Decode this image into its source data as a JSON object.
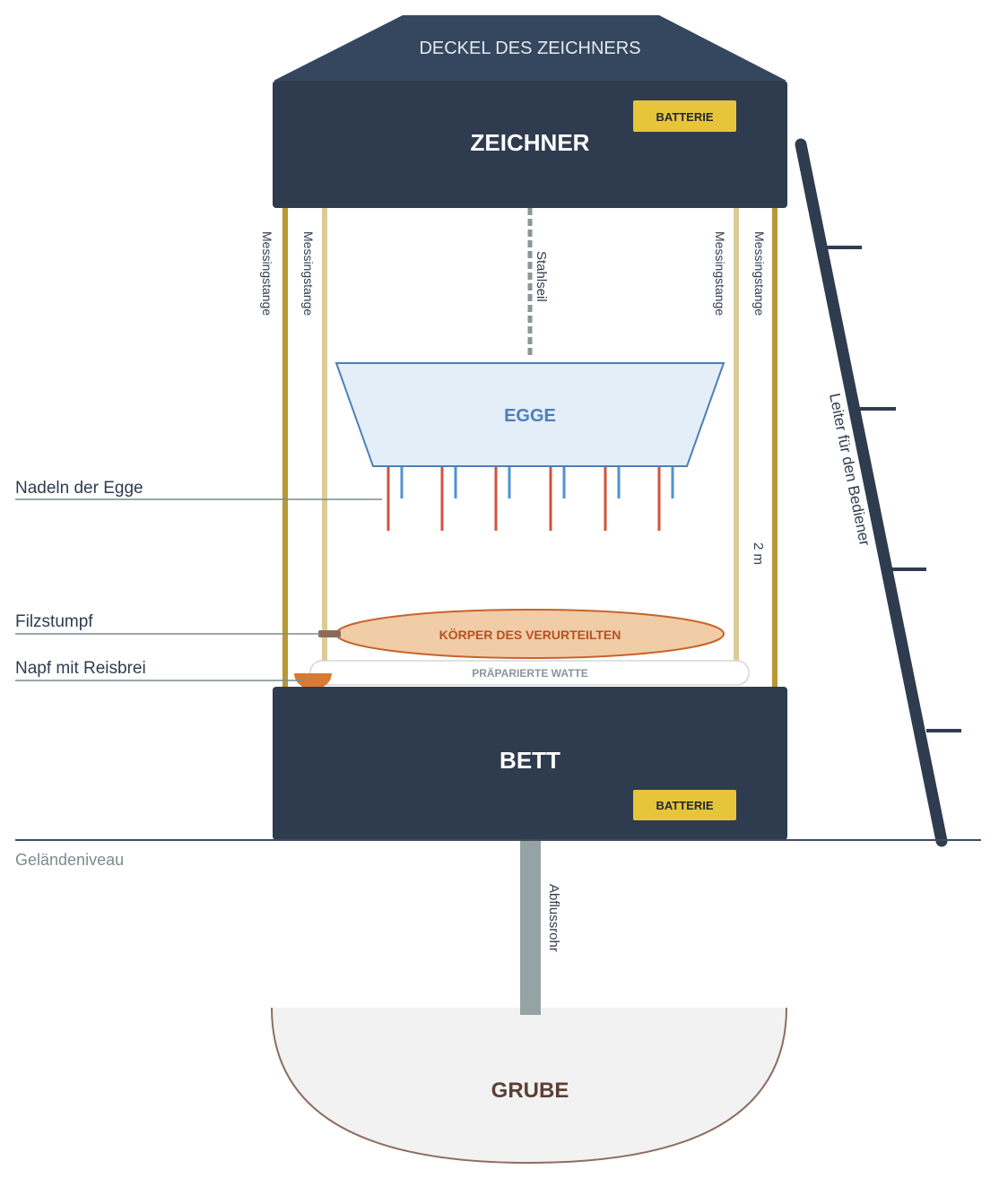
{
  "lid": {
    "label": "DECKEL DES ZEICHNERS"
  },
  "designer": {
    "label": "ZEICHNER",
    "battery_label": "BATTERIE"
  },
  "rods": {
    "outer_left": "Messingstange",
    "inner_left": "Messingstange",
    "inner_right": "Messingstange",
    "outer_right": "Messingstange"
  },
  "cable": {
    "label": "Stahlseil"
  },
  "harrow": {
    "label": "EGGE"
  },
  "height": {
    "label": "2 m"
  },
  "ladder": {
    "label": "Leiter für den Bediener"
  },
  "body": {
    "label": "KÖRPER DES VERURTEILTEN"
  },
  "cotton": {
    "label": "PRÄPARIERTE WATTE"
  },
  "bed": {
    "label": "BETT",
    "battery_label": "BATTERIE"
  },
  "ground": {
    "label": "Geländeniveau"
  },
  "drain": {
    "label": "Abflussrohr"
  },
  "pit": {
    "label": "GRUBE"
  },
  "callouts": {
    "needles": "Nadeln der Egge",
    "felt": "Filzstumpf",
    "bowl": "Napf mit Reisbrei"
  },
  "colors": {
    "dark_navy": "#2f3c4f",
    "lid_navy": "#34475e",
    "brass": "#b89837",
    "brass_light": "#dbcb97",
    "battery": "#e6c53a",
    "harrow_fill": "#e3eef9",
    "harrow_stroke": "#4d7fb8",
    "needle_red": "#d0533f",
    "needle_blue": "#4f93d1",
    "body_fill": "#f0cca7",
    "body_stroke": "#c7642a",
    "body_text": "#b5521f",
    "felt": "#8b6b58",
    "bowl": "#d97a33",
    "ground_line": "#3e4c5b",
    "drain_pipe": "#96a3a5",
    "pit_fill": "#f2f2f2",
    "pit_stroke": "#8d6e62",
    "pit_text": "#5c4036"
  }
}
